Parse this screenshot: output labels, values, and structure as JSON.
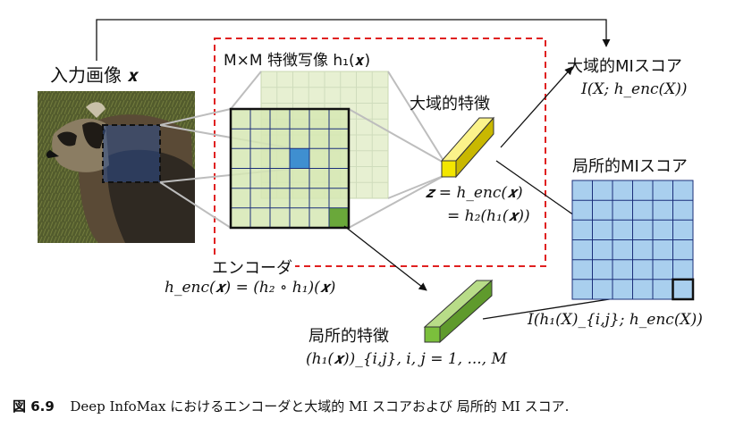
{
  "labels": {
    "input_image": "入力画像 𝒙",
    "feature_map": "M×M 特徴写像 h₁(𝒙)",
    "global_feature": "大域的特徴",
    "z_eq_line1": "𝒛 = h_enc(𝒙)",
    "z_eq_line2": "= h₂(h₁(𝒙))",
    "global_mi_title": "大域的MIスコア",
    "global_mi_formula": "I(X; h_enc(X))",
    "local_mi_title": "局所的MIスコア",
    "encoder_title": "エンコーダ",
    "encoder_formula": "h_enc(𝒙) = (h₂ ∘ h₁)(𝒙)",
    "local_feature_title": "局所的特徴",
    "local_feature_formula": "(h₁(𝒙))_{i,j},  i, j = 1, ..., M",
    "local_mi_formula": "I(h₁(X)_{i,j}; h_enc(X))"
  },
  "caption": {
    "number": "図 6.9",
    "text": "Deep InfoMax におけるエンコーダと大域的 MI スコアおよび 局所的 MI スコア."
  },
  "colors": {
    "encoder_box": "#e02020",
    "front_grid": "#1b2f7a",
    "front_fill": "#d6e7b4",
    "back_fill": "#e7f0d2",
    "highlight_blue": "#3f8fd0",
    "corner_green": "#6aa83a",
    "global_bar": "#f3e600",
    "local_bar": "#7bbf3c",
    "mi_grid": "#a9cfee",
    "mi_grid_line": "#1b2f7a"
  }
}
